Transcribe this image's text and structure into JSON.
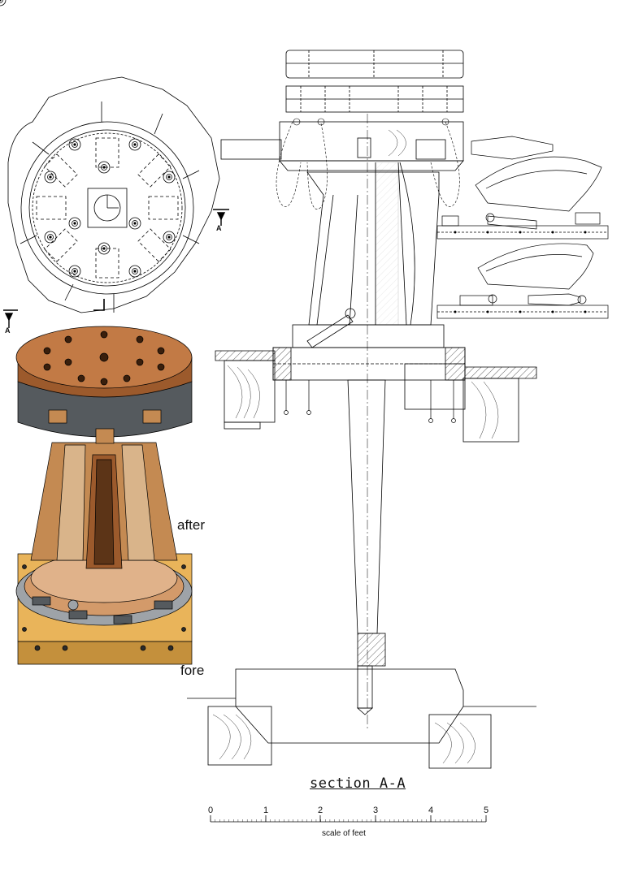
{
  "labels": {
    "after": "after",
    "fore": "fore",
    "section": "section A-A",
    "scale_caption": "scale of feet",
    "section_marker_letter": "A"
  },
  "scale": {
    "ticks": [
      "0",
      "1",
      "2",
      "3",
      "4",
      "5"
    ]
  },
  "colors": {
    "line": "#000000",
    "wood_light": "#d9b48a",
    "wood_mid": "#c48a52",
    "wood_dark": "#9c5a2c",
    "top_disk": "#c27a45",
    "iron": "#555a5e",
    "iron_light": "#9ea3a8",
    "base_block": "#e9b45a",
    "base_dark": "#c4903c"
  }
}
